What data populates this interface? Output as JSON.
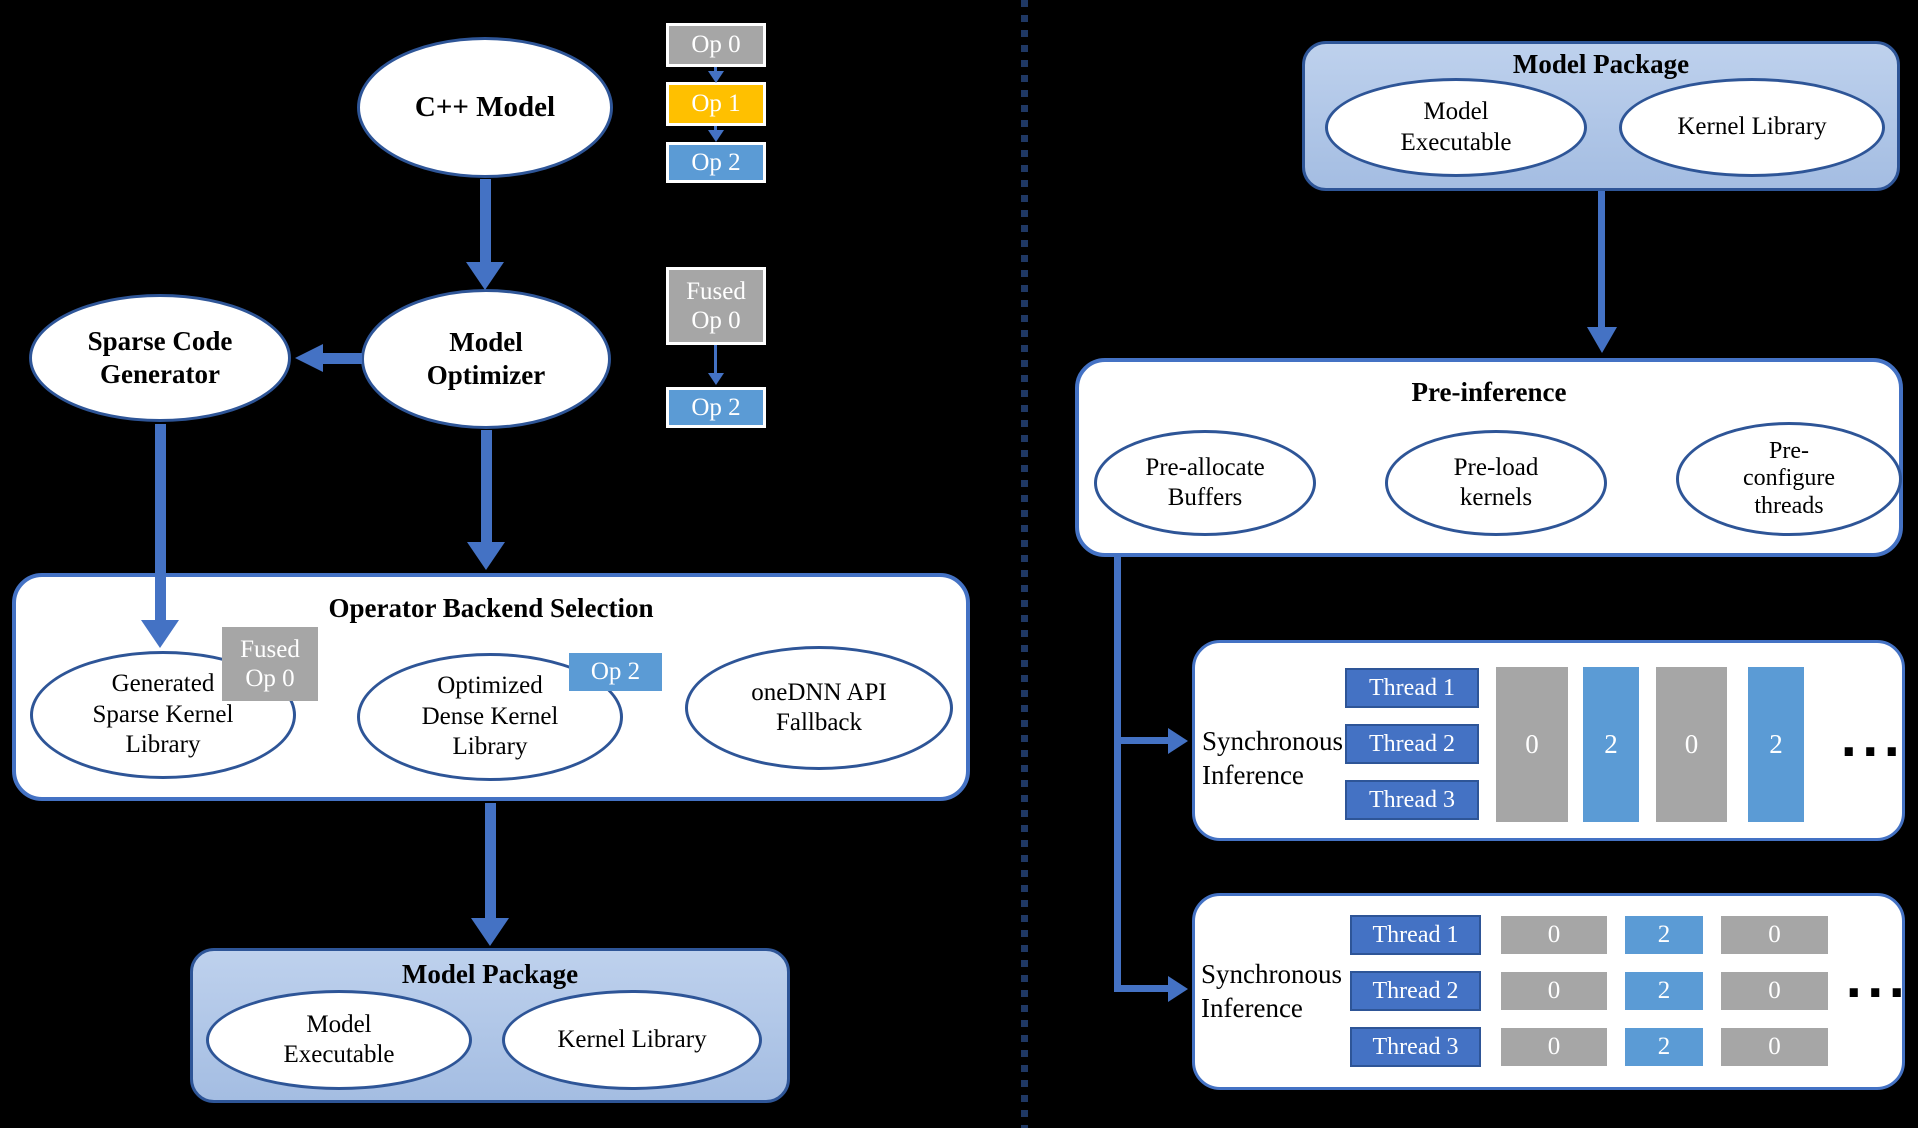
{
  "colors": {
    "background": "#000000",
    "divider": "#1f3864",
    "arrow_blue": "#4472c4",
    "ellipse_border": "#2e5597",
    "op_gray": "#a6a6a6",
    "op_yellow": "#ffc000",
    "op_blue": "#5b9bd5",
    "thread_blue": "#4472c4",
    "package_fill_top": "#bed1ed",
    "package_fill_bottom": "#a4bde2",
    "container_border": "#4472c4"
  },
  "left": {
    "cpp_model": "C++ Model",
    "sparse_code_generator": "Sparse Code\nGenerator",
    "model_optimizer": "Model\nOptimizer",
    "op_chain": [
      {
        "label": "Op 0",
        "color": "#a6a6a6"
      },
      {
        "label": "Op 1",
        "color": "#ffc000"
      },
      {
        "label": "Op 2",
        "color": "#5b9bd5"
      }
    ],
    "fused_chain": [
      {
        "label": "Fused\nOp 0",
        "color": "#a6a6a6"
      },
      {
        "label": "Op 2",
        "color": "#5b9bd5"
      }
    ],
    "backend_selection": {
      "title": "Operator Backend Selection",
      "ellipses": [
        {
          "label": "Generated\nSparse Kernel\nLibrary"
        },
        {
          "label": "Optimized\nDense Kernel\nLibrary"
        },
        {
          "label": "oneDNN API\nFallback"
        }
      ],
      "overlays": [
        {
          "label": "Fused\nOp 0",
          "color": "#a6a6a6"
        },
        {
          "label": "Op 2",
          "color": "#5b9bd5"
        }
      ]
    },
    "model_package": {
      "title": "Model Package",
      "items": [
        {
          "label": "Model\nExecutable"
        },
        {
          "label": "Kernel Library"
        }
      ]
    }
  },
  "right": {
    "model_package": {
      "title": "Model Package",
      "items": [
        {
          "label": "Model\nExecutable"
        },
        {
          "label": "Kernel Library"
        }
      ]
    },
    "pre_inference": {
      "title": "Pre-inference",
      "items": [
        {
          "label": "Pre-allocate\nBuffers"
        },
        {
          "label": "Pre-load\nkernels"
        },
        {
          "label": "Pre-\nconfigure\nthreads"
        }
      ]
    },
    "sync_inference_1": {
      "label": "Synchronous\nInference",
      "threads": [
        {
          "label": "Thread 1"
        },
        {
          "label": "Thread 2"
        },
        {
          "label": "Thread 3"
        }
      ],
      "bars": [
        {
          "value": "0",
          "color": "#a6a6a6"
        },
        {
          "value": "2",
          "color": "#5b9bd5"
        },
        {
          "value": "0",
          "color": "#a6a6a6"
        },
        {
          "value": "2",
          "color": "#5b9bd5"
        }
      ],
      "ellipsis": "..."
    },
    "sync_inference_2": {
      "label": "Synchronous\nInference",
      "threads": [
        {
          "label": "Thread 1"
        },
        {
          "label": "Thread 2"
        },
        {
          "label": "Thread 3"
        }
      ],
      "rows": [
        [
          "0",
          "2",
          "0"
        ],
        [
          "0",
          "2",
          "0"
        ],
        [
          "0",
          "2",
          "0"
        ]
      ],
      "ellipsis": "..."
    }
  }
}
